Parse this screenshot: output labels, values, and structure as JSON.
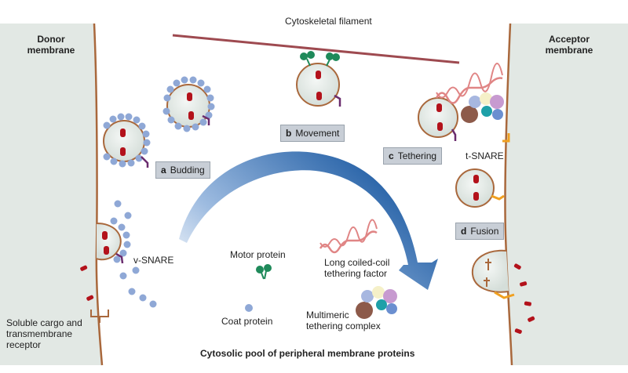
{
  "labels": {
    "donor_membrane": "Donor\nmembrane",
    "acceptor_membrane": "Acceptor\nmembrane",
    "cytoskeletal_filament": "Cytoskeletal filament",
    "v_snare": "v-SNARE",
    "t_snare": "t-SNARE",
    "motor_protein": "Motor protein",
    "long_coiled_coil": "Long coiled-coil\ntethering factor",
    "coat_protein": "Coat protein",
    "multimeric_tethering": "Multimeric\ntethering complex",
    "soluble_cargo": "Soluble cargo and\ntransmembrane\nreceptor",
    "cytosolic_pool": "Cytosolic pool of peripheral membrane proteins"
  },
  "steps": [
    {
      "letter": "a",
      "label": "Budding"
    },
    {
      "letter": "b",
      "label": "Movement"
    },
    {
      "letter": "c",
      "label": "Tethering"
    },
    {
      "letter": "d",
      "label": "Fusion"
    }
  ],
  "colors": {
    "membrane_fill": "#dfe6e2",
    "membrane_line": "#a9683c",
    "coat": "#8fa8d6",
    "cargo": "#b3121b",
    "motor": "#1f8a5a",
    "filament": "#9e4a50",
    "coiled_coil": "#e08585",
    "arrow": "#1f5fa6",
    "tsnare": "#f0a020",
    "vsnare": "#6a2c6e"
  }
}
